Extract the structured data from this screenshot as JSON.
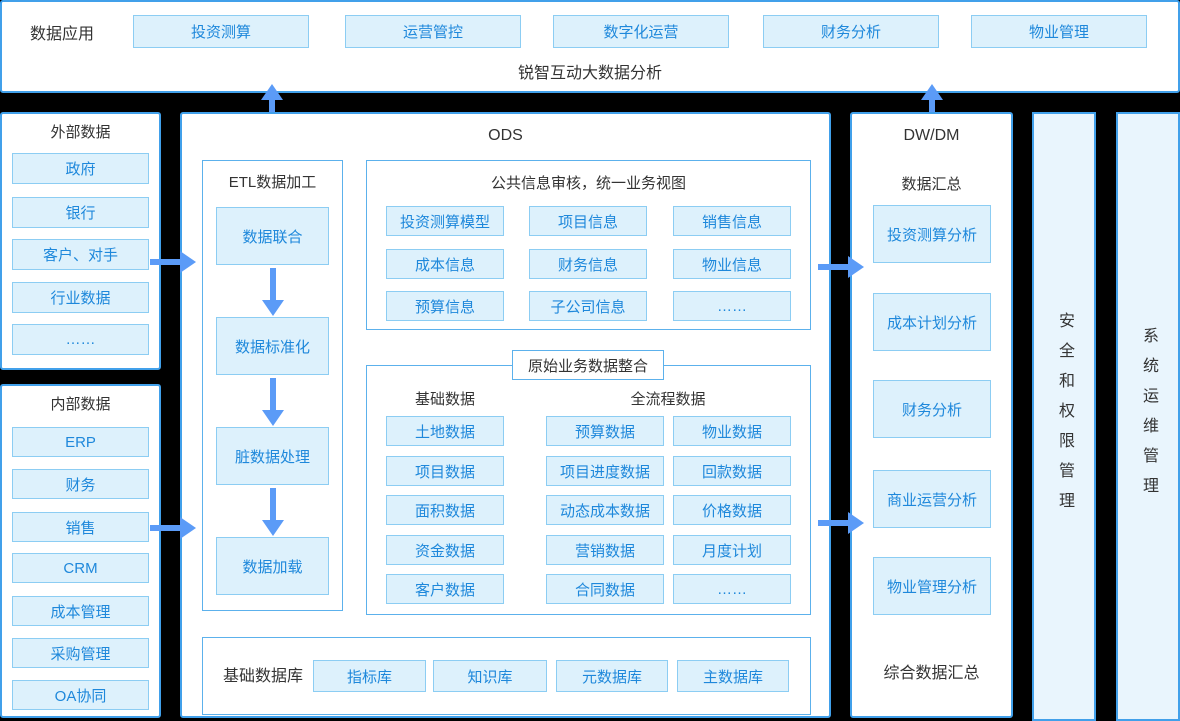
{
  "colors": {
    "panel_border": "#41a0ea",
    "inner_border": "#5cb1ec",
    "item_border": "#8ccdf3",
    "item_bg": "#ddf1fc",
    "item_text": "#1e88db",
    "title_text": "#333333",
    "arrow": "#5b9bf7",
    "bar_bg": "#e9f5fd",
    "canvas_bg": "#000000"
  },
  "app_bar": {
    "label": "数据应用",
    "buttons": [
      "投资测算",
      "运营管控",
      "数字化运营",
      "财务分析",
      "物业管理"
    ],
    "subtitle": "锐智互动大数据分析"
  },
  "external_data": {
    "title": "外部数据",
    "items": [
      "政府",
      "银行",
      "客户、对手",
      "行业数据",
      "……"
    ]
  },
  "internal_data": {
    "title": "内部数据",
    "items": [
      "ERP",
      "财务",
      "销售",
      "CRM",
      "成本管理",
      "采购管理",
      "OA协同"
    ]
  },
  "ods": {
    "title": "ODS",
    "etl": {
      "title": "ETL数据加工",
      "steps": [
        "数据联合",
        "数据标准化",
        "脏数据处理",
        "数据加载"
      ]
    },
    "public_info": {
      "title": "公共信息审核，统一业务视图",
      "items": [
        "投资测算模型",
        "项目信息",
        "销售信息",
        "成本信息",
        "财务信息",
        "物业信息",
        "预算信息",
        "子公司信息",
        "……"
      ]
    },
    "raw_business": {
      "label": "原始业务数据整合",
      "basic": {
        "title": "基础数据",
        "items": [
          "土地数据",
          "项目数据",
          "面积数据",
          "资金数据",
          "客户数据"
        ]
      },
      "full_process": {
        "title": "全流程数据",
        "col1": [
          "预算数据",
          "项目进度数据",
          "动态成本数据",
          "营销数据",
          "合同数据"
        ],
        "col2": [
          "物业数据",
          "回款数据",
          "价格数据",
          "月度计划",
          "……"
        ]
      }
    },
    "base_db": {
      "title": "基础数据库",
      "items": [
        "指标库",
        "知识库",
        "元数据库",
        "主数据库"
      ]
    }
  },
  "dwdm": {
    "title": "DW/DM",
    "subtitle": "数据汇总",
    "items": [
      "投资测算分析",
      "成本计划分析",
      "财务分析",
      "商业运营分析",
      "物业管理分析"
    ],
    "footer": "综合数据汇总"
  },
  "side_bars": {
    "security": "安全和权限管理",
    "ops": "系统运维管理"
  }
}
